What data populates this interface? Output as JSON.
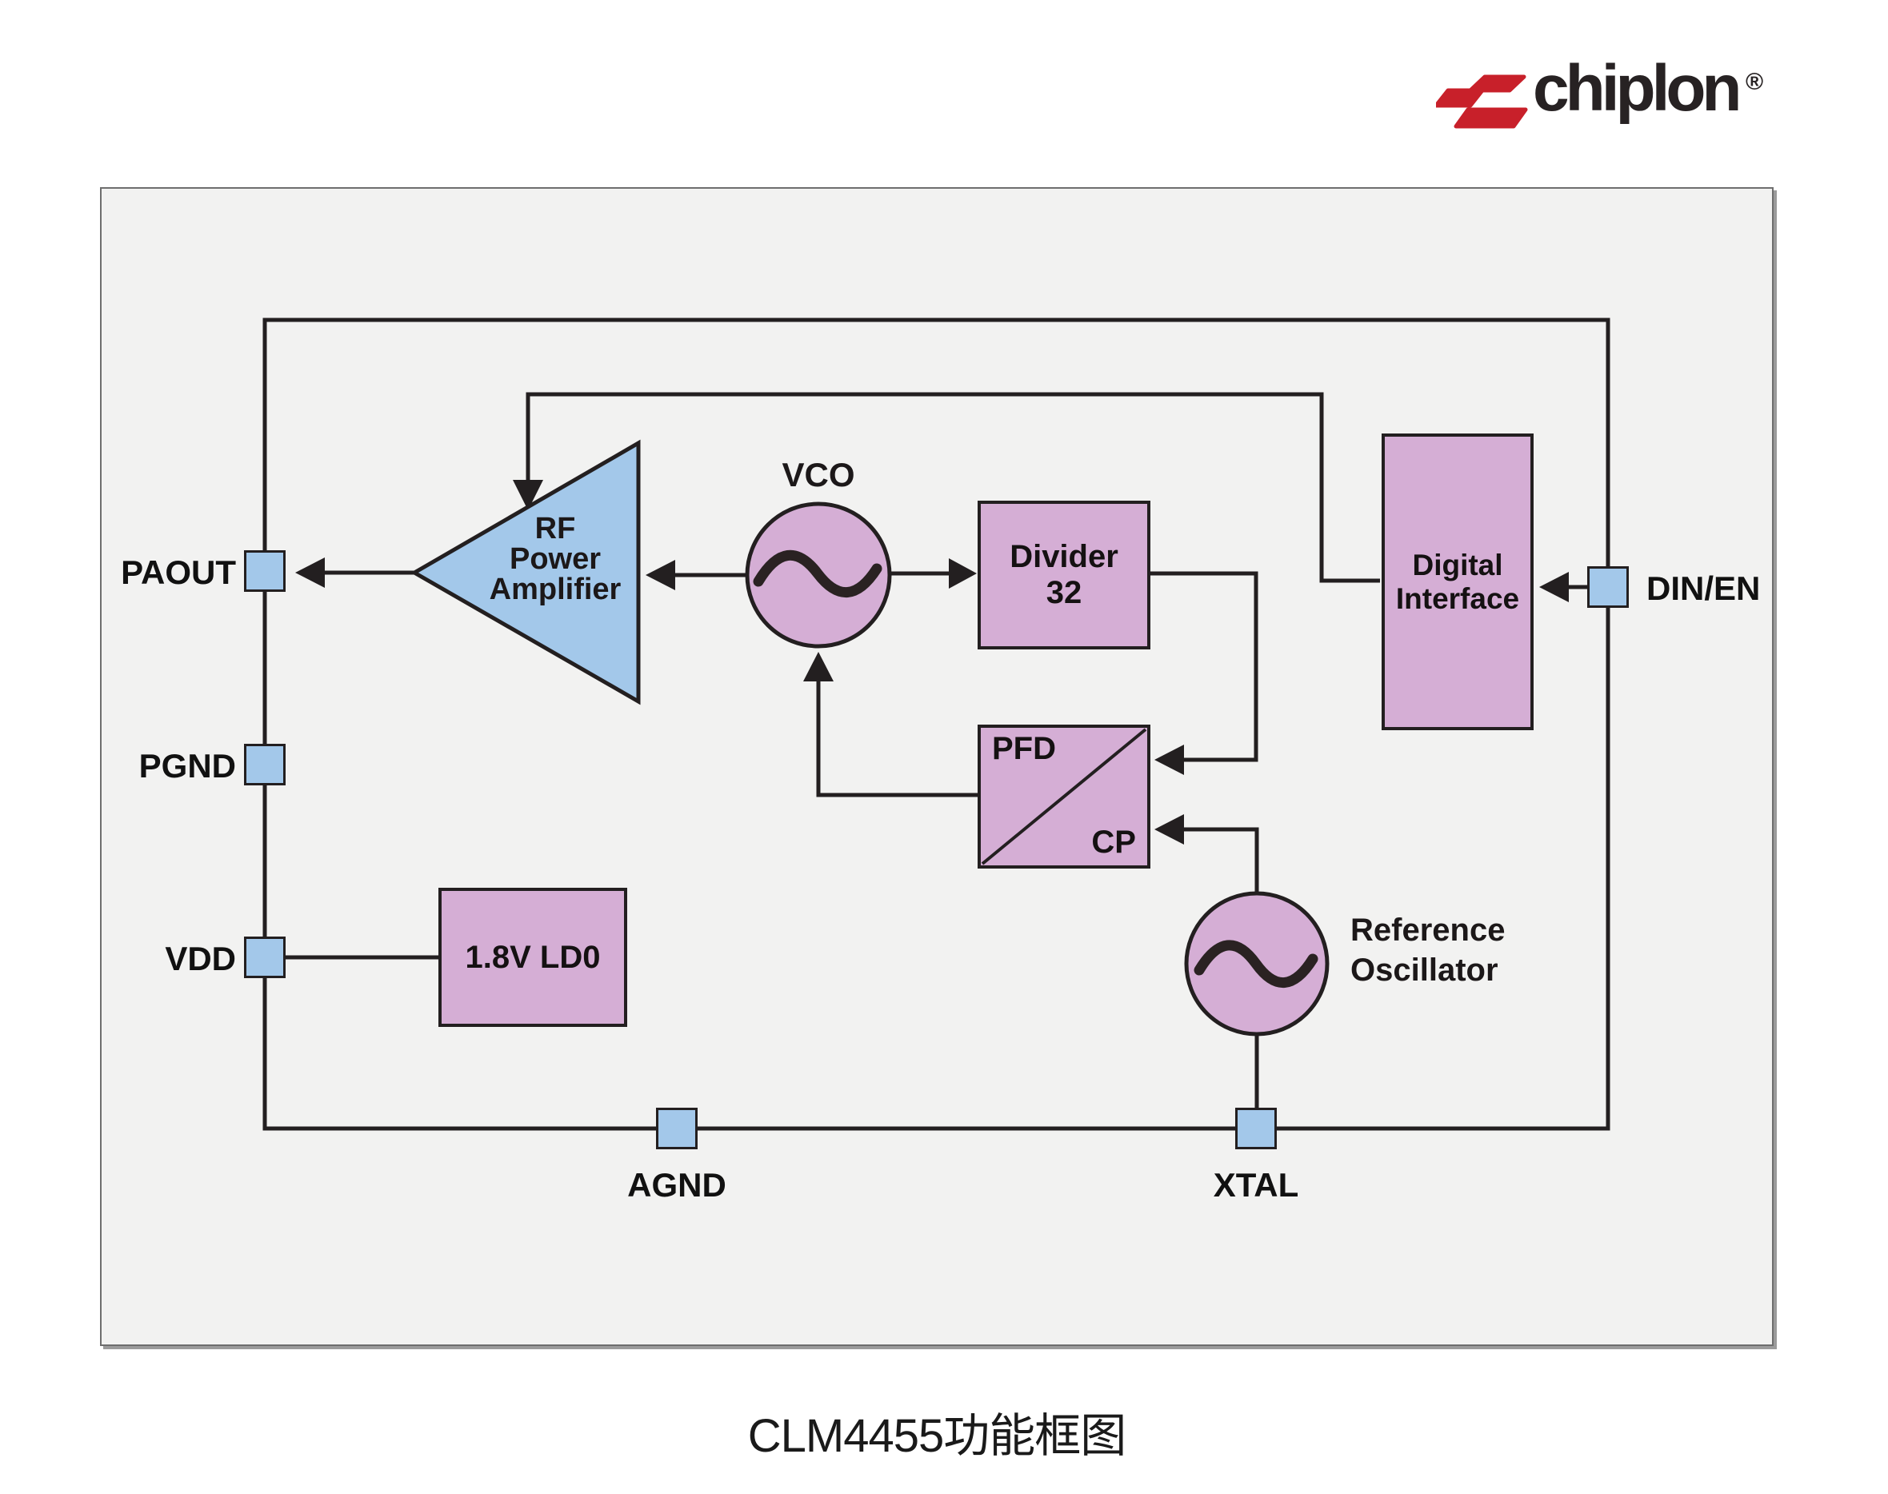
{
  "logo": {
    "brand": "chiplon",
    "registered": "®"
  },
  "caption": "CLM4455功能框图",
  "colors": {
    "accent_red": "#c8202a",
    "panel_bg": "#f2f2f1",
    "block_pink": "#d5aed5",
    "block_blue": "#a3c8ea",
    "line": "#231f20"
  },
  "blocks": {
    "rf_amp": {
      "line1": "RF",
      "line2": "Power",
      "line3": "Amplifier"
    },
    "vco": {
      "label": "VCO"
    },
    "divider": {
      "line1": "Divider",
      "line2": "32"
    },
    "pfd_cp": {
      "pfd": "PFD",
      "cp": "CP"
    },
    "digital_interface": {
      "line1": "Digital",
      "line2": "Interface"
    },
    "ldo": {
      "label": "1.8V LD0"
    },
    "ref_osc": {
      "line1": "Reference",
      "line2": "Oscillator"
    }
  },
  "pins": {
    "paout": "PAOUT",
    "pgnd": "PGND",
    "vdd": "VDD",
    "agnd": "AGND",
    "xtal": "XTAL",
    "din_en": "DIN/EN"
  }
}
